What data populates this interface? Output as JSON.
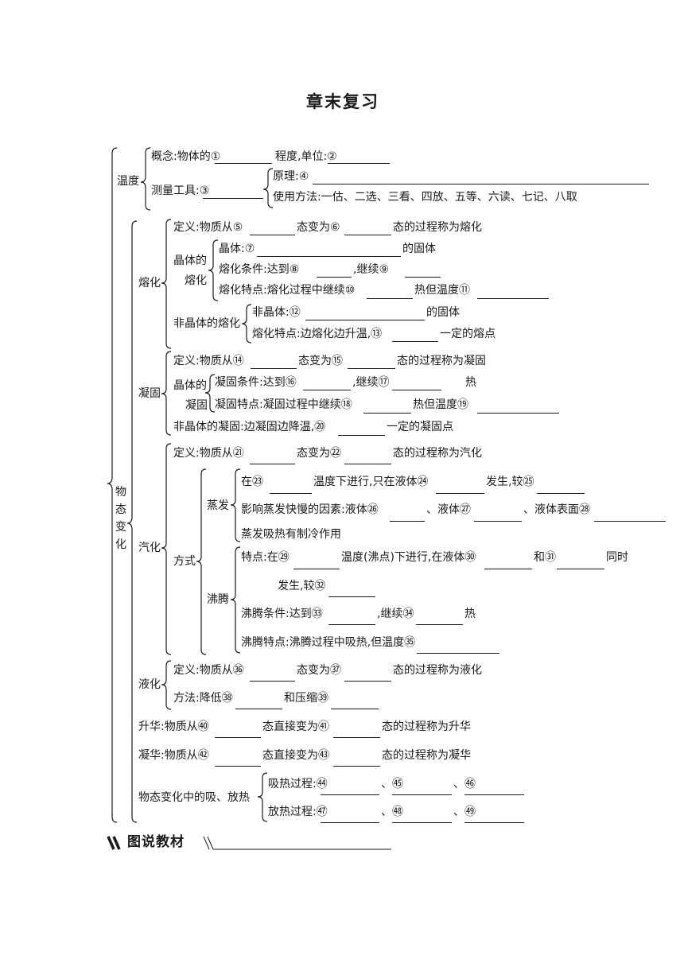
{
  "title": "章末复习",
  "root": [
    "物",
    "态",
    "变",
    "化"
  ],
  "temp": {
    "label": "温度",
    "concept_a": "概念:物体的①",
    "concept_b": "程度,单位:②",
    "tool": "测量工具:③",
    "principle": "原理:④",
    "usage": "使用方法:一估、二选、三看、四放、五等、六读、七记、八取"
  },
  "melt": {
    "label": "熔化",
    "def_a": "定义:物质从⑤",
    "def_b": "态变为⑥",
    "def_c": "态的过程称为熔化",
    "crystal_l1": "晶体的",
    "crystal_l2": "熔化",
    "c1_a": "晶体:⑦",
    "c1_b": "的固体",
    "c2_a": "熔化条件:达到⑧",
    "c2_b": ",继续⑨",
    "c3_a": "熔化特点:熔化过程中继续⑩",
    "c3_b": "热但温度⑪",
    "amorph": "非晶体的熔化",
    "a1_a": "非晶体:⑫",
    "a1_b": "的固体",
    "a2_a": "熔化特点:边熔化边升温,⑬",
    "a2_b": "一定的熔点"
  },
  "solid": {
    "label": "凝固",
    "def_a": "定义:物质从⑭",
    "def_b": "态变为⑮",
    "def_c": "态的过程称为凝固",
    "crystal_l1": "晶体的",
    "crystal_l2": "凝固",
    "c1_a": "凝固条件:达到⑯",
    "c1_b": ",继续⑰",
    "c1_c": "热",
    "c2_a": "凝固特点:凝固过程中继续⑱",
    "c2_b": "热但温度⑲",
    "amorph_a": "非晶体的凝固:边凝固边降温,⑳",
    "amorph_b": "一定的凝固点"
  },
  "vapor": {
    "label": "汽化",
    "def_a": "定义:物质从㉑",
    "def_b": "态变为㉒",
    "def_c": "态的过程称为汽化",
    "method": "方式",
    "evap": "蒸发",
    "e1_a": "在㉓",
    "e1_b": "温度下进行,只在液体㉔",
    "e1_c": "发生,较㉕",
    "e2_a": "影响蒸发快慢的因素:液体㉖",
    "e2_b": "、液体㉗",
    "e2_c": "、液体表面㉘",
    "e3": "蒸发吸热有制冷作用",
    "boil": "沸腾",
    "b1_a": "特点:在㉙",
    "b1_b": "温度(沸点)下进行,在液体㉚",
    "b1_c": "和㉛",
    "b1_d": "同时",
    "b1_e": "发生,较㉜",
    "b2_a": "沸腾条件:达到㉝",
    "b2_b": ",继续㉞",
    "b2_c": "热",
    "b3": "沸腾特点:沸腾过程中吸热,但温度㉟"
  },
  "liquefy": {
    "label": "液化",
    "def_a": "定义:物质从㊱",
    "def_b": "态变为㊲",
    "def_c": "态的过程称为液化",
    "m_a": "方法:降低㊳",
    "m_b": "和压缩㊴"
  },
  "sublim": {
    "a": "升华:物质从㊵",
    "b": "态直接变为㊶",
    "c": "态的过程称为升华"
  },
  "desub": {
    "a": "凝华:物质从㊷",
    "b": "态直接变为㊸",
    "c": "态的过程称为凝华"
  },
  "heat": {
    "label": "物态变化中的吸、放热",
    "absorb_a": "吸热过程:㊹",
    "absorb_b": "、㊺",
    "absorb_c": "、㊻",
    "release_a": "放热过程:㊼",
    "release_b": "、㊽",
    "release_c": "、㊾"
  },
  "footer": "图说教材"
}
